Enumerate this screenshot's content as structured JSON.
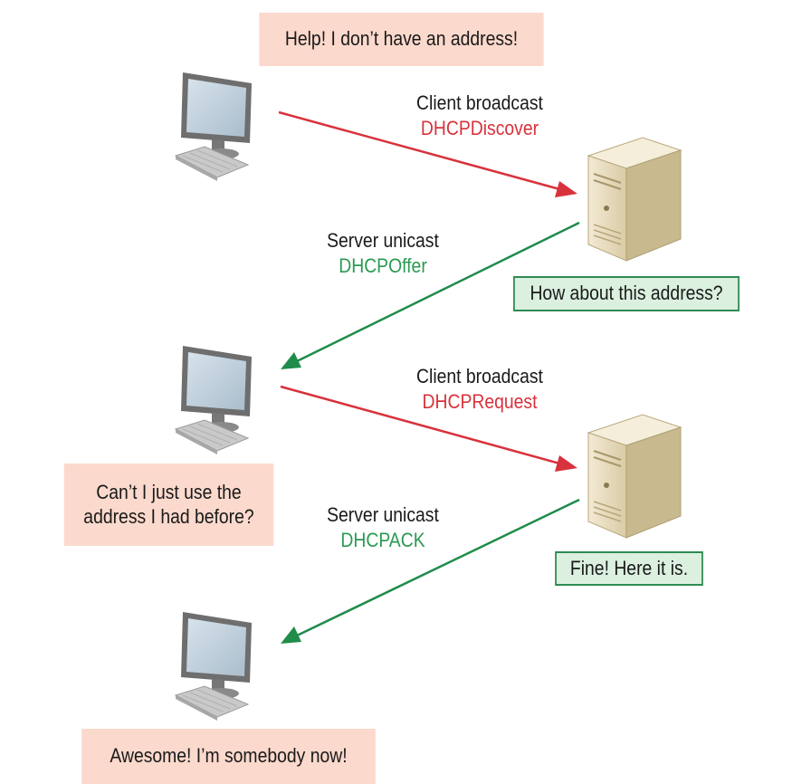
{
  "bubbles": {
    "client_1": "Help! I don’t have an address!",
    "server_1": "How about this address?",
    "client_2": "Can’t I just use the\naddress I had before?",
    "server_2": "Fine! Here it is.",
    "client_3": "Awesome! I’m somebody now!"
  },
  "messages": [
    {
      "line1": "Client broadcast",
      "line2": "DHCPDiscover"
    },
    {
      "line1": "Server unicast",
      "line2": "DHCPOffer"
    },
    {
      "line1": "Client broadcast",
      "line2": "DHCPRequest"
    },
    {
      "line1": "Server unicast",
      "line2": "DHCPACK"
    }
  ],
  "colors": {
    "client_arrow": "#d8323c",
    "server_arrow": "#1f8c4a",
    "client_bubble": "#fbd9cc",
    "server_bubble": "#dbf0df"
  },
  "icons": {
    "client": "desktop-computer-icon",
    "server": "tower-server-icon"
  }
}
